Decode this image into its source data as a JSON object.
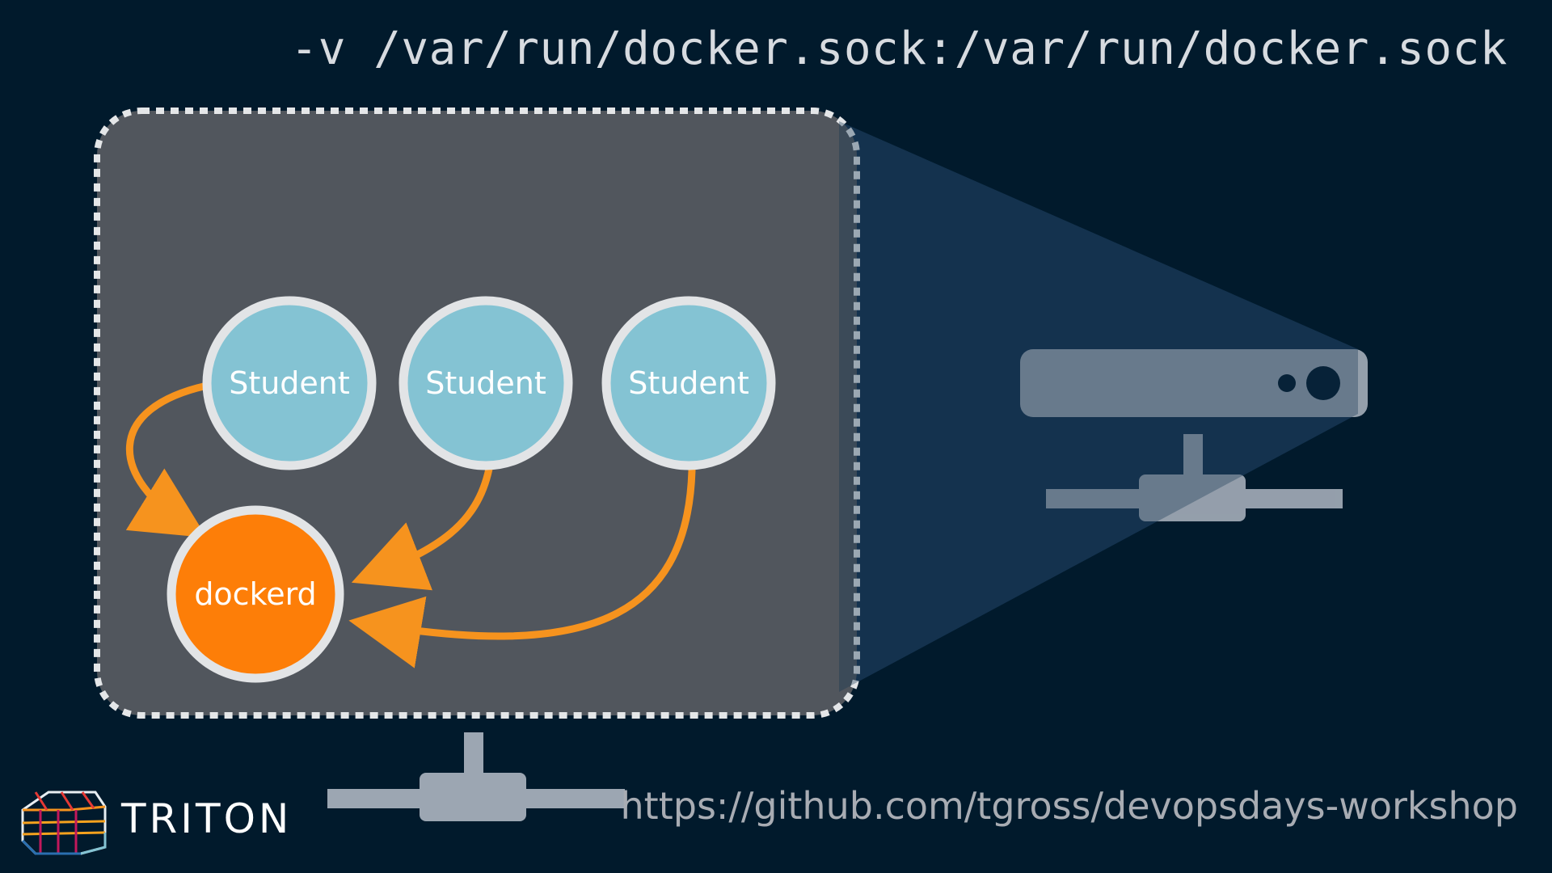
{
  "command": "-v /var/run/docker.sock:/var/run/docker.sock",
  "url": "https://github.com/tgross/devopsdays-workshop",
  "brand": {
    "name": "TRITON",
    "logo_icon": "triton-cube-logo-icon"
  },
  "container": {
    "nodes": {
      "student_1": "Student",
      "student_2": "Student",
      "student_3": "Student",
      "daemon": "dockerd"
    }
  },
  "host_icon": "server-icon",
  "network_icon": "network-connector-icon",
  "colors": {
    "background": "#011a2c",
    "container_fill": "#51565d",
    "student_fill": "#84c3d3",
    "dockerd_fill": "#fd7e08",
    "arrow": "#f6931e",
    "beam": "#15344f",
    "server": "#9ca6b2"
  }
}
